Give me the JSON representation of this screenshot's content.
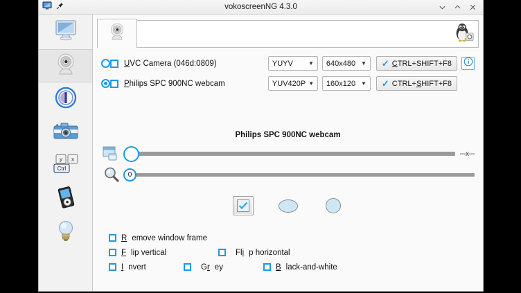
{
  "window": {
    "title": "vokoscreenNG 4.3.0",
    "app_icon": "monitor-icon",
    "pin_icon": "pin-icon",
    "minimize_label": "∨",
    "maximize_label": "∧",
    "close_label": "×"
  },
  "sidebar": {
    "items": [
      {
        "name": "screen",
        "icon": "monitor-icon",
        "selected": false
      },
      {
        "name": "webcam",
        "icon": "webcam-icon",
        "selected": true
      },
      {
        "name": "audio",
        "icon": "audio-record-icon",
        "selected": false
      },
      {
        "name": "screenshot",
        "icon": "camera-icon",
        "selected": false
      },
      {
        "name": "hotkeys",
        "icon": "keyboard-keys-icon",
        "selected": false
      },
      {
        "name": "player",
        "icon": "media-player-icon",
        "selected": false
      },
      {
        "name": "tips",
        "icon": "lightbulb-icon",
        "selected": false
      }
    ]
  },
  "tabs": {
    "webcam_tab_icon": "webcam-icon",
    "tux_icon": "tux-penguin-icon"
  },
  "cameras": [
    {
      "selected": true,
      "enabled": false,
      "label_accel": "U",
      "label_rest": "VC Camera (046d:0809)",
      "label_full": "UVC Camera (046d:0809)",
      "format": "YUYV",
      "resolution": "640x480",
      "hotkey": "CTRL+SHIFT+F8",
      "hotkey_accel": "C",
      "hotkey_rest": "TRL+SHIFT+F8",
      "has_info": true,
      "info_icon": "info-icon"
    },
    {
      "selected": false,
      "enabled": false,
      "label_accel": "P",
      "label_rest": "hilips SPC 900NC webcam",
      "label_full": "Philips SPC 900NC webcam",
      "format": "YUV420P",
      "resolution": "160x120",
      "hotkey": "CTRL+SHIFT+F8",
      "hotkey_accel": "S",
      "hotkey_pre": "CTRL+",
      "hotkey_rest": "HIFT+F8",
      "has_info": false
    }
  ],
  "device_title": "Philips SPC 900NC webcam",
  "sliders": [
    {
      "name": "window-size-slider",
      "icon": "window-resize-icon",
      "value": "",
      "right_label": "---x---"
    },
    {
      "name": "zoom-slider",
      "icon": "magnifier-icon",
      "value": "0",
      "right_label": ""
    }
  ],
  "shapes": [
    {
      "name": "rectangle-shape-button",
      "glyph": "check",
      "selected": true
    },
    {
      "name": "ellipse-shape-button",
      "glyph": "ellipse",
      "selected": false
    },
    {
      "name": "circle-shape-button",
      "glyph": "circle",
      "selected": false
    }
  ],
  "checkboxes": {
    "row1": [
      {
        "accel": "R",
        "rest": "emove window frame",
        "full": "Remove window frame",
        "checked": false
      }
    ],
    "row2": [
      {
        "accel": "F",
        "rest": "lip vertical",
        "full": "Flip vertical",
        "checked": false
      },
      {
        "pre": "Fl",
        "accel": "i",
        "rest": "p horizontal",
        "full": "Flip horizontal",
        "checked": false
      }
    ],
    "row3": [
      {
        "accel": "I",
        "rest": "nvert",
        "full": "Invert",
        "checked": false
      },
      {
        "pre": "G",
        "accel": "r",
        "rest": "ey",
        "full": "Grey",
        "checked": false
      },
      {
        "accel": "B",
        "rest": "lack-and-white",
        "full": "Black-and-white",
        "checked": false
      }
    ]
  },
  "colors": {
    "accent": "#1a9ae8",
    "window_bg": "#f0f0f0",
    "content_bg": "#fafafa",
    "track": "#9a9a9a"
  }
}
